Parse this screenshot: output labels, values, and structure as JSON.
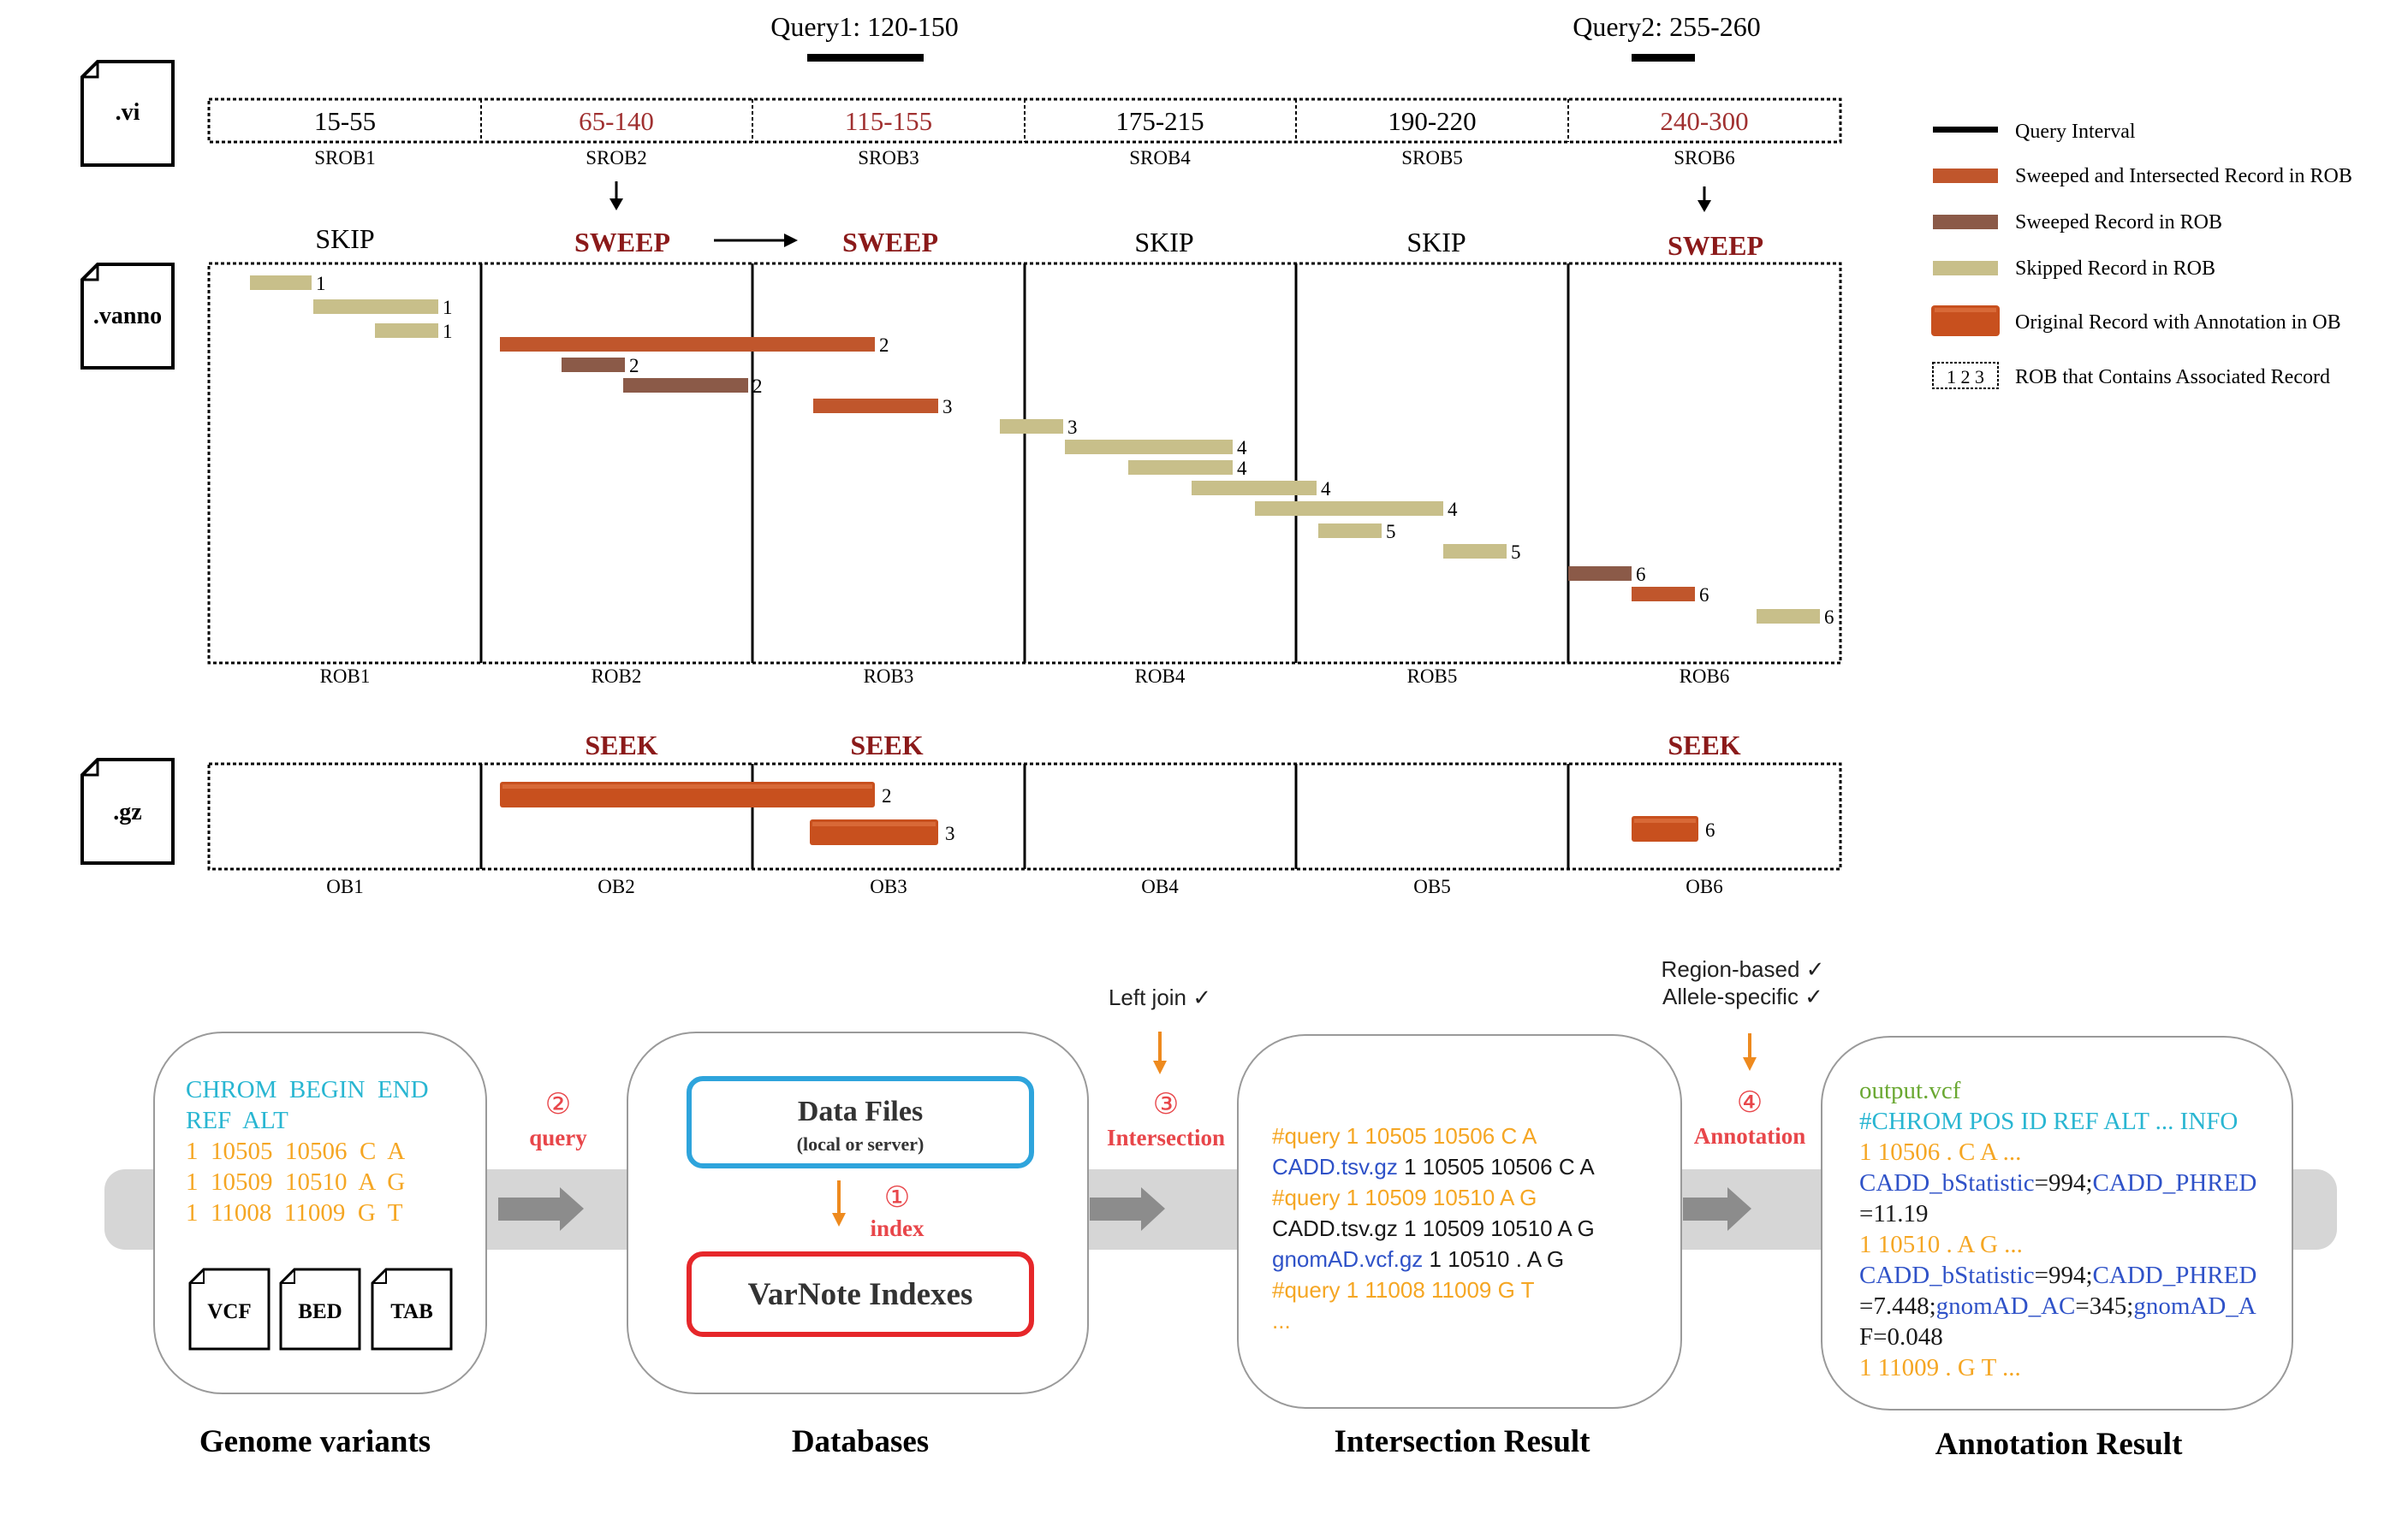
{
  "colors": {
    "query": "#000000",
    "intersected": "#c0562c",
    "swept": "#8b5a48",
    "skipped": "#c8bf8a",
    "original": "#c8501e",
    "dark_red": "#8b1a1a",
    "cyan": "#29b6d2",
    "orange": "#f5a623",
    "blue": "#2f52c8",
    "green": "#6aa832",
    "red_label": "#e8464a",
    "box_blue": "#2ea4dc",
    "box_red": "#e6272a",
    "gray_band": "#d6d6d6",
    "arrow_gray": "#8c8c8c",
    "arrow_orange": "#ee8a1e",
    "check": "#2fa84f"
  },
  "files": {
    "vi": ".vi",
    "vanno": ".vanno",
    "gz": ".gz"
  },
  "queries": [
    {
      "label": "Query1: 120-150"
    },
    {
      "label": "Query2: 255-260"
    }
  ],
  "blocks": [
    {
      "range": "15-55",
      "srob": "SROB1",
      "rob": "ROB1",
      "ob": "OB1",
      "action": "SKIP",
      "seek": "",
      "highlight": false
    },
    {
      "range": "65-140",
      "srob": "SROB2",
      "rob": "ROB2",
      "ob": "OB2",
      "action": "SWEEP",
      "seek": "SEEK",
      "highlight": true
    },
    {
      "range": "115-155",
      "srob": "SROB3",
      "rob": "ROB3",
      "ob": "OB3",
      "action": "SWEEP",
      "seek": "SEEK",
      "highlight": true
    },
    {
      "range": "175-215",
      "srob": "SROB4",
      "rob": "ROB4",
      "ob": "OB4",
      "action": "SKIP",
      "seek": "",
      "highlight": false
    },
    {
      "range": "190-220",
      "srob": "SROB5",
      "rob": "ROB5",
      "ob": "OB5",
      "action": "SKIP",
      "seek": "",
      "highlight": false
    },
    {
      "range": "240-300",
      "srob": "SROB6",
      "rob": "ROB6",
      "ob": "OB6",
      "action": "SWEEP",
      "seek": "SEEK",
      "highlight": true
    }
  ],
  "vanno_records": [
    {
      "type": "skipped",
      "label": "1"
    },
    {
      "type": "skipped",
      "label": "1"
    },
    {
      "type": "skipped",
      "label": "1"
    },
    {
      "type": "intersected",
      "label": "2"
    },
    {
      "type": "swept",
      "label": "2"
    },
    {
      "type": "swept",
      "label": "2"
    },
    {
      "type": "intersected",
      "label": "3"
    },
    {
      "type": "skipped",
      "label": "3"
    },
    {
      "type": "skipped",
      "label": "4"
    },
    {
      "type": "skipped",
      "label": "4"
    },
    {
      "type": "skipped",
      "label": "4"
    },
    {
      "type": "skipped",
      "label": "4"
    },
    {
      "type": "skipped",
      "label": "5"
    },
    {
      "type": "skipped",
      "label": "5"
    },
    {
      "type": "swept",
      "label": "6"
    },
    {
      "type": "intersected",
      "label": "6"
    },
    {
      "type": "skipped",
      "label": "6"
    }
  ],
  "gz_records": [
    {
      "label": "2"
    },
    {
      "label": "3"
    },
    {
      "label": "6"
    }
  ],
  "legend": [
    {
      "type": "query",
      "label": "Query Interval"
    },
    {
      "type": "intersected",
      "label": "Sweeped and Intersected Record in ROB"
    },
    {
      "type": "swept",
      "label": "Sweeped Record in ROB"
    },
    {
      "type": "skipped",
      "label": "Skipped Record in ROB"
    },
    {
      "type": "original",
      "label": "Original Record with Annotation in OB"
    },
    {
      "type": "rob_box",
      "label": "ROB that Contains Associated Record",
      "box_text": "1  2  3"
    }
  ],
  "pipeline": {
    "genome": {
      "header1": "CHROM  BEGIN  END",
      "header2": "REF  ALT",
      "rows": [
        "1  10505  10506  C  A",
        "1  10509  10510  A  G",
        "1  11008  11009  G  T"
      ],
      "formats": [
        "VCF",
        "BED",
        "TAB"
      ],
      "caption": "Genome variants"
    },
    "step_query": {
      "num": "②",
      "label": "query"
    },
    "databases": {
      "data_files": "Data Files",
      "data_files_sub": "(local or server)",
      "index_num": "①",
      "index_label": "index",
      "indexes": "VarNote Indexes",
      "caption": "Databases"
    },
    "step_intersection": {
      "num": "③",
      "label": "Intersection",
      "note": "Left join ✓"
    },
    "intersection": {
      "lines": [
        {
          "parts": [
            {
              "t": "#query  1  10505  10506  C  A",
              "c": "orange"
            }
          ]
        },
        {
          "parts": [
            {
              "t": "CADD.tsv.gz",
              "c": "blue"
            },
            {
              "t": "  1  10505  10506  C  A",
              "c": "black"
            }
          ]
        },
        {
          "parts": [
            {
              "t": "#query  1  10509  10510  A  G",
              "c": "orange"
            }
          ]
        },
        {
          "parts": [
            {
              "t": "CADD.tsv.gz  1  10509  10510  A  G",
              "c": "black"
            }
          ]
        },
        {
          "parts": [
            {
              "t": "gnomAD.vcf.gz",
              "c": "blue"
            },
            {
              "t": "  1  10510  .  A  G",
              "c": "black"
            }
          ]
        },
        {
          "parts": [
            {
              "t": "#query  1  11008  11009  G  T",
              "c": "orange"
            }
          ]
        },
        {
          "parts": [
            {
              "t": "...",
              "c": "orange"
            }
          ]
        }
      ],
      "caption": "Intersection Result"
    },
    "step_annotation": {
      "num": "④",
      "label": "Annotation",
      "note1": "Region-based ✓",
      "note2": "Allele-specific ✓"
    },
    "annotation": {
      "lines": [
        {
          "parts": [
            {
              "t": "output.vcf",
              "c": "green"
            }
          ]
        },
        {
          "parts": [
            {
              "t": "#CHROM  POS  ID  REF  ALT  ...  INFO",
              "c": "cyan"
            }
          ]
        },
        {
          "parts": [
            {
              "t": "1  10506  .  C  A  ...",
              "c": "orange"
            }
          ]
        },
        {
          "parts": [
            {
              "t": "CADD_bStatistic",
              "c": "blue"
            },
            {
              "t": "=994;",
              "c": "black"
            },
            {
              "t": "CADD_PHRED",
              "c": "blue"
            }
          ]
        },
        {
          "parts": [
            {
              "t": "=11.19",
              "c": "black"
            }
          ]
        },
        {
          "parts": [
            {
              "t": "1  10510  .  A  G  ...",
              "c": "orange"
            }
          ]
        },
        {
          "parts": [
            {
              "t": "CADD_bStatistic",
              "c": "blue"
            },
            {
              "t": "=994;",
              "c": "black"
            },
            {
              "t": "CADD_PHRED",
              "c": "blue"
            }
          ]
        },
        {
          "parts": [
            {
              "t": "=7.448;",
              "c": "black"
            },
            {
              "t": "gnomAD_AC",
              "c": "blue"
            },
            {
              "t": "=345;",
              "c": "black"
            },
            {
              "t": "gnomAD_A",
              "c": "blue"
            }
          ]
        },
        {
          "parts": [
            {
              "t": "F=0.048",
              "c": "black"
            }
          ]
        },
        {
          "parts": [
            {
              "t": "1  11009  .  G  T  ...",
              "c": "orange"
            }
          ]
        }
      ],
      "caption": "Annotation Result"
    }
  }
}
